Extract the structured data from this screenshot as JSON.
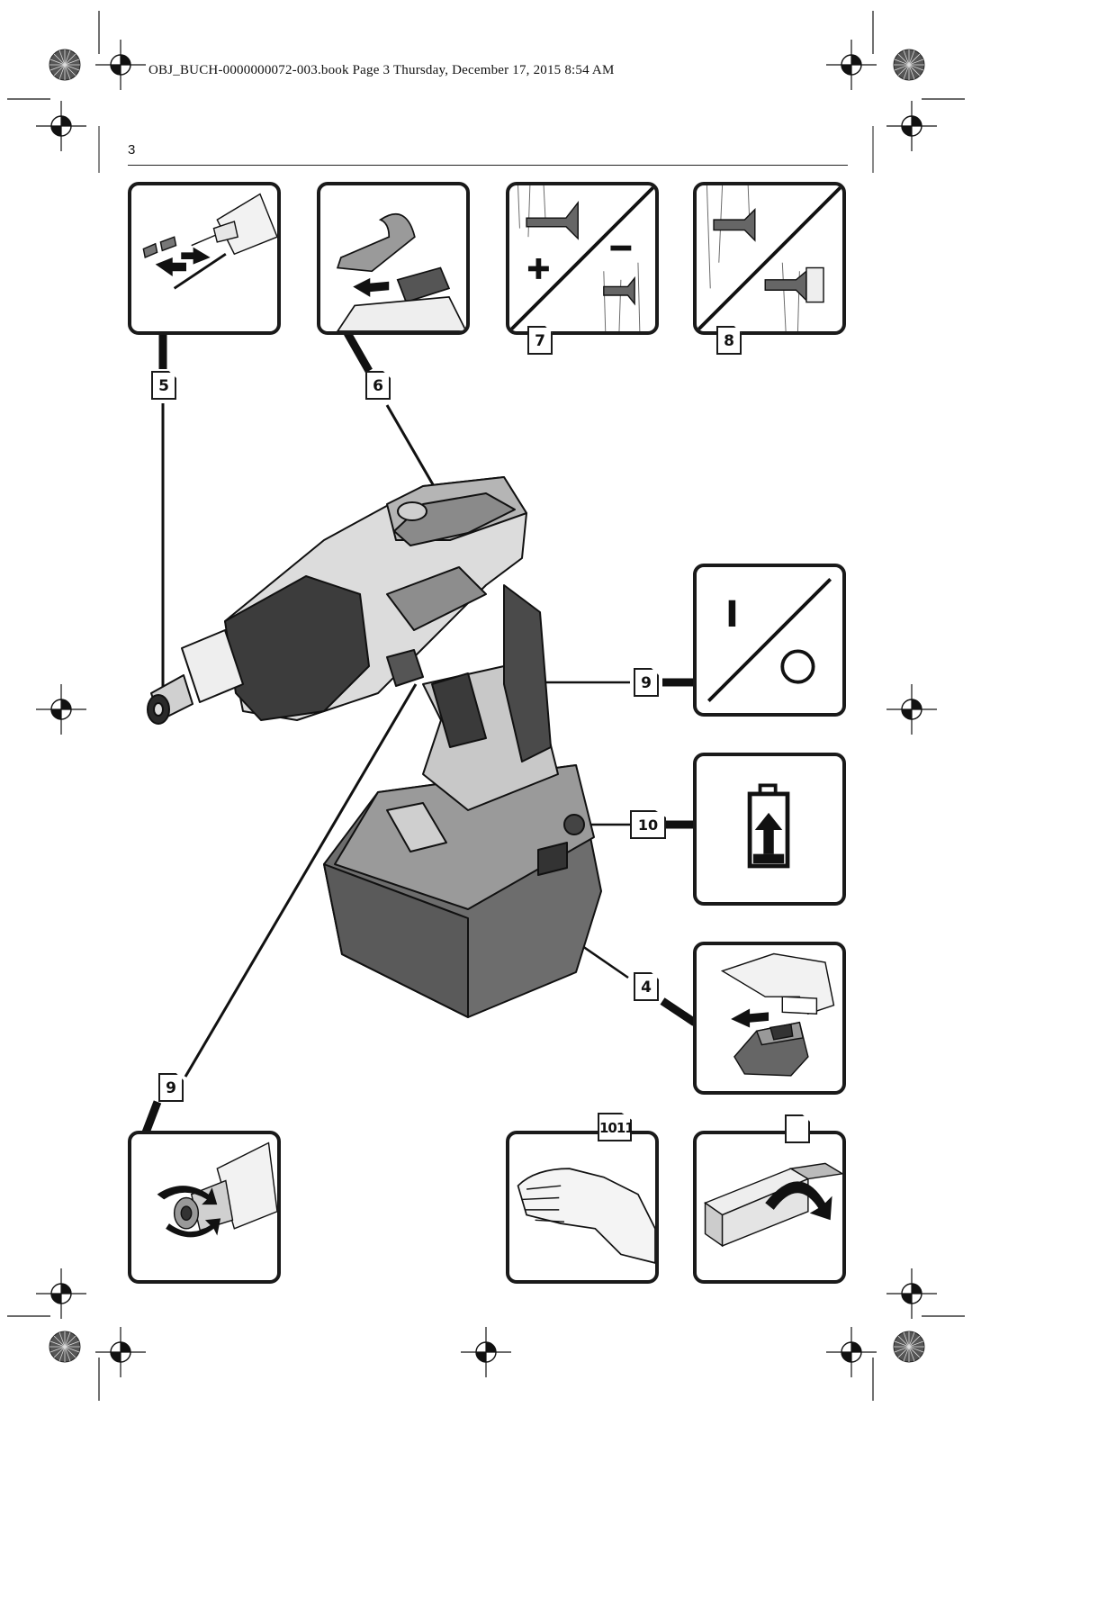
{
  "header": {
    "filename_line": "OBJ_BUCH-0000000072-003.book  Page 3  Thursday, December 17, 2015  8:54 AM",
    "page_number": "3"
  },
  "callouts": {
    "c5": "5",
    "c6": "6",
    "c7": "7",
    "c8": "8",
    "c9_switch": "9",
    "c10": "10",
    "c4": "4",
    "c9_bit": "9",
    "c1011": "1011",
    "c_blank": ""
  },
  "switch_panel": {
    "on_symbol": "I"
  }
}
